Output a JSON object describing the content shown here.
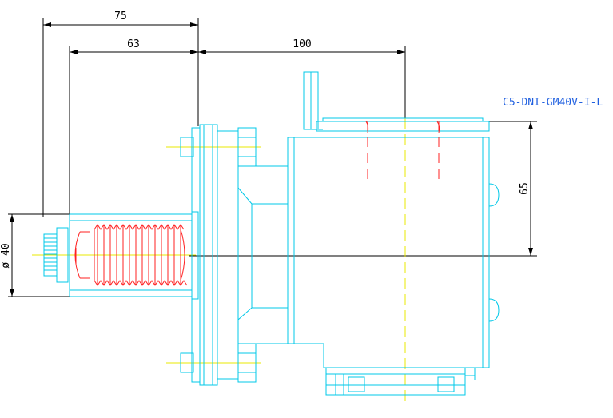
{
  "drawing": {
    "part_label": "C5-DNI-GM40V-I-L",
    "dimensions": {
      "overall_length": "75",
      "shank_length": "63",
      "head_width": "100",
      "center_height": "65",
      "diameter": "ø 40"
    }
  },
  "colors": {
    "outline": "#00c8e8",
    "centerline": "#e8e800",
    "thread": "#ff2020",
    "dimension": "#000000",
    "label": "#2060e0"
  }
}
